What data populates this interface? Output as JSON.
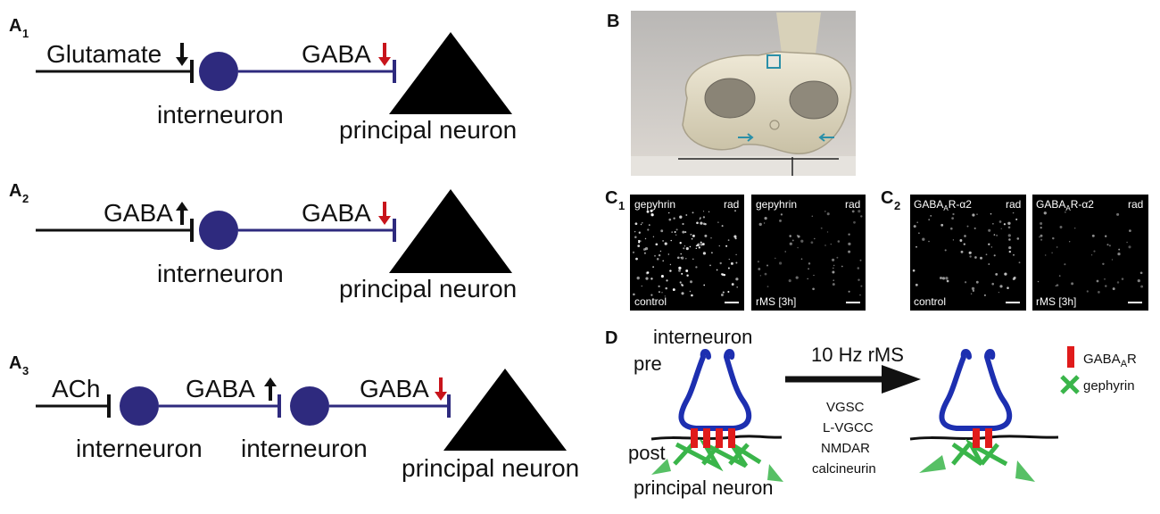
{
  "panels": {
    "a1": {
      "letter": "A",
      "sub": "1",
      "input": "Glutamate",
      "gaba": "GABA",
      "inter": "interneuron",
      "principal": "principal neuron"
    },
    "a2": {
      "letter": "A",
      "sub": "2",
      "input": "GABA",
      "gaba": "GABA",
      "inter": "interneuron",
      "principal": "principal neuron"
    },
    "a3": {
      "letter": "A",
      "sub": "3",
      "input": "ACh",
      "gaba1": "GABA",
      "gaba2": "GABA",
      "inter1": "interneuron",
      "inter2": "interneuron",
      "principal": "principal neuron"
    },
    "b": {
      "letter": "B"
    },
    "c1": {
      "letter": "C",
      "sub": "1",
      "left": {
        "marker": "gepyhrin",
        "region": "rad",
        "condition": "control"
      },
      "right": {
        "marker": "gepyhrin",
        "region": "rad",
        "condition": "rMS [3h]"
      }
    },
    "c2": {
      "letter": "C",
      "sub": "2",
      "marker_prefix": "GABA",
      "marker_sub": "A",
      "marker_suffix": "R-α2",
      "left": {
        "region": "rad",
        "condition": "control"
      },
      "right": {
        "region": "rad",
        "condition": "rMS [3h]"
      }
    },
    "d": {
      "letter": "D",
      "interneuron": "interneuron",
      "pre": "pre",
      "post": "post",
      "principal": "principal neuron",
      "stim": "10 Hz rMS",
      "mechanisms": [
        "VGSC",
        "L-VGCC",
        "NMDAR",
        "calcineurin"
      ],
      "legend_receptor_prefix": "GABA",
      "legend_receptor_sub": "A",
      "legend_receptor_suffix": "R",
      "legend_gephyrin": "gephyrin"
    }
  },
  "colors": {
    "neuron": "#2e2a7e",
    "arrow_up_down_black": "#111111",
    "arrow_down_red": "#c8141c",
    "receptor": "#e01b1b",
    "gephyrin": "#3ab54a",
    "presynapse": "#1d2fb0"
  }
}
